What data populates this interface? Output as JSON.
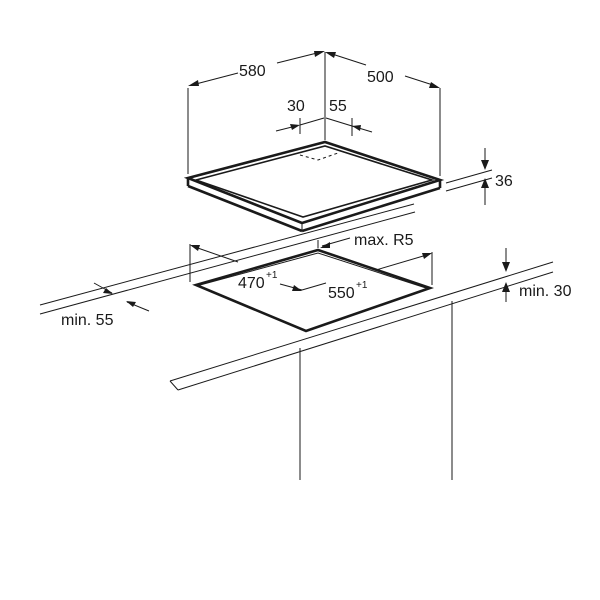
{
  "dimensions": {
    "hob_width": "580",
    "hob_depth": "500",
    "rear_offset_left": "30",
    "rear_offset_right": "55",
    "hob_height": "36",
    "corner_radius": "max. R5",
    "cutout_depth": "470",
    "cutout_depth_tol": "+1",
    "cutout_width": "550",
    "cutout_width_tol": "+1",
    "front_clearance": "min. 55",
    "side_clearance": "min. 30"
  },
  "colors": {
    "line": "#1a1a1a",
    "background": "#ffffff"
  }
}
